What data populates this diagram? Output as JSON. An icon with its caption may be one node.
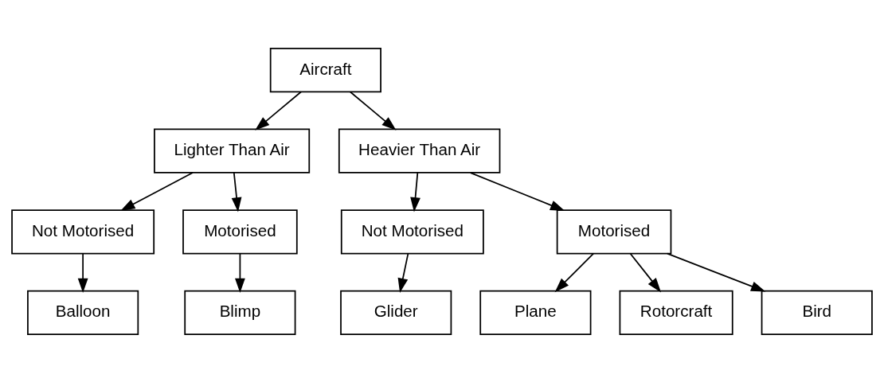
{
  "diagram": {
    "nodes": [
      {
        "text": [
          "Aircraft"
        ]
      },
      {
        "text": [
          "Lighter Than Air"
        ]
      },
      {
        "text": [
          "Heavier Than Air"
        ]
      },
      {
        "text": [
          "Not Motorised"
        ]
      },
      {
        "text": [
          "Motorised"
        ]
      },
      {
        "text": [
          "Not Motorised"
        ]
      },
      {
        "text": [
          "Motorised"
        ]
      },
      {
        "text": [
          "Balloon"
        ]
      },
      {
        "text": [
          "Blimp"
        ]
      },
      {
        "text": [
          "Glider"
        ]
      },
      {
        "text": [
          "Plane"
        ]
      },
      {
        "text": [
          "Rotorcraft"
        ]
      },
      {
        "text": [
          "Bird"
        ]
      }
    ],
    "edges": [
      {
        "from": 0,
        "to": 1,
        "arrow": "to"
      },
      {
        "from": 0,
        "to": 2,
        "arrow": "to"
      },
      {
        "from": 1,
        "to": 3,
        "arrow": "to"
      },
      {
        "from": 1,
        "to": 4,
        "arrow": "to"
      },
      {
        "from": 2,
        "to": 5,
        "arrow": "to"
      },
      {
        "from": 2,
        "to": 6,
        "arrow": "to"
      },
      {
        "from": 3,
        "to": 7,
        "arrow": "to"
      },
      {
        "from": 4,
        "to": 8,
        "arrow": "to"
      },
      {
        "from": 5,
        "to": 9,
        "arrow": "to"
      },
      {
        "from": 6,
        "to": 10,
        "arrow": "to"
      },
      {
        "from": 6,
        "to": 11,
        "arrow": "to"
      },
      {
        "from": 6,
        "to": 12,
        "arrow": "to"
      }
    ]
  }
}
